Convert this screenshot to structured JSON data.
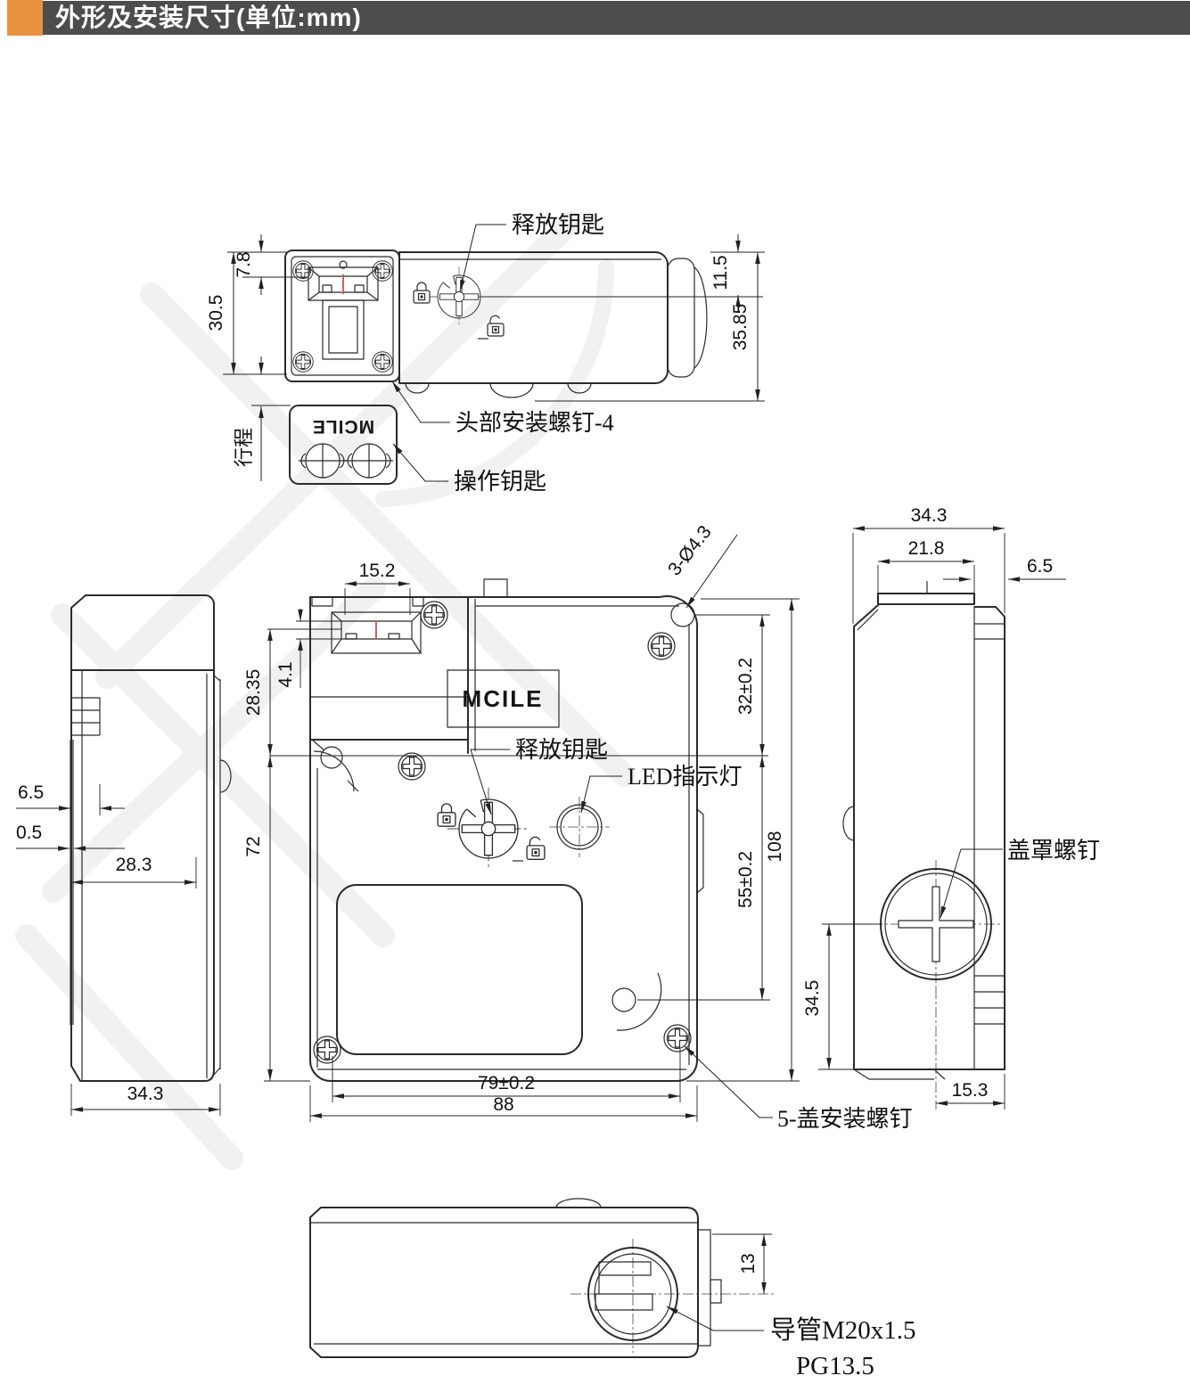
{
  "header": {
    "title": "外形及安装尺寸(单位:mm)"
  },
  "colors": {
    "accent": "#E8923F",
    "header_bar": "#4D4D4D",
    "line": "#2B2B2B",
    "red_mark": "#D06060",
    "watermark": "#F1F1F1"
  },
  "logo": {
    "text": "MCILE"
  },
  "top_view": {
    "dims": {
      "head_h": "7.8",
      "total_h": "30.5",
      "end_h": "11.5",
      "end_total_h": "35.85"
    },
    "labels": {
      "release_key": "释放钥匙",
      "head_screws": "头部安装螺钉-4",
      "operation_key": "操作钥匙",
      "stroke": "行程"
    }
  },
  "front_view": {
    "dims": {
      "slot_w": "15.2",
      "slot_h": "4.1",
      "slot_to_hole": "28.35",
      "hole_span": "72",
      "hole_top": "32±0.2",
      "hole_bottom": "55±0.2",
      "total_h": "108",
      "mount_holes": "3-Ø4.3",
      "mount_w": "79±0.2",
      "total_w": "88"
    },
    "labels": {
      "release_key": "释放钥匙",
      "led": "LED指示灯",
      "cover_screws": "5-盖安装螺钉"
    }
  },
  "left_view": {
    "dims": {
      "ridge": "6.5",
      "plate": "0.5",
      "depth": "28.3",
      "total": "34.3"
    }
  },
  "right_view": {
    "dims": {
      "total_d": "34.3",
      "cover_w": "21.8",
      "step": "6.5",
      "screw_h": "34.5",
      "screw_x": "15.3"
    },
    "labels": {
      "cover_screw": "盖罩螺钉"
    }
  },
  "bottom_view": {
    "dims": {
      "conduit_h": "13"
    },
    "labels": {
      "conduit1": "导管M20x1.5",
      "conduit2": "PG13.5"
    }
  }
}
